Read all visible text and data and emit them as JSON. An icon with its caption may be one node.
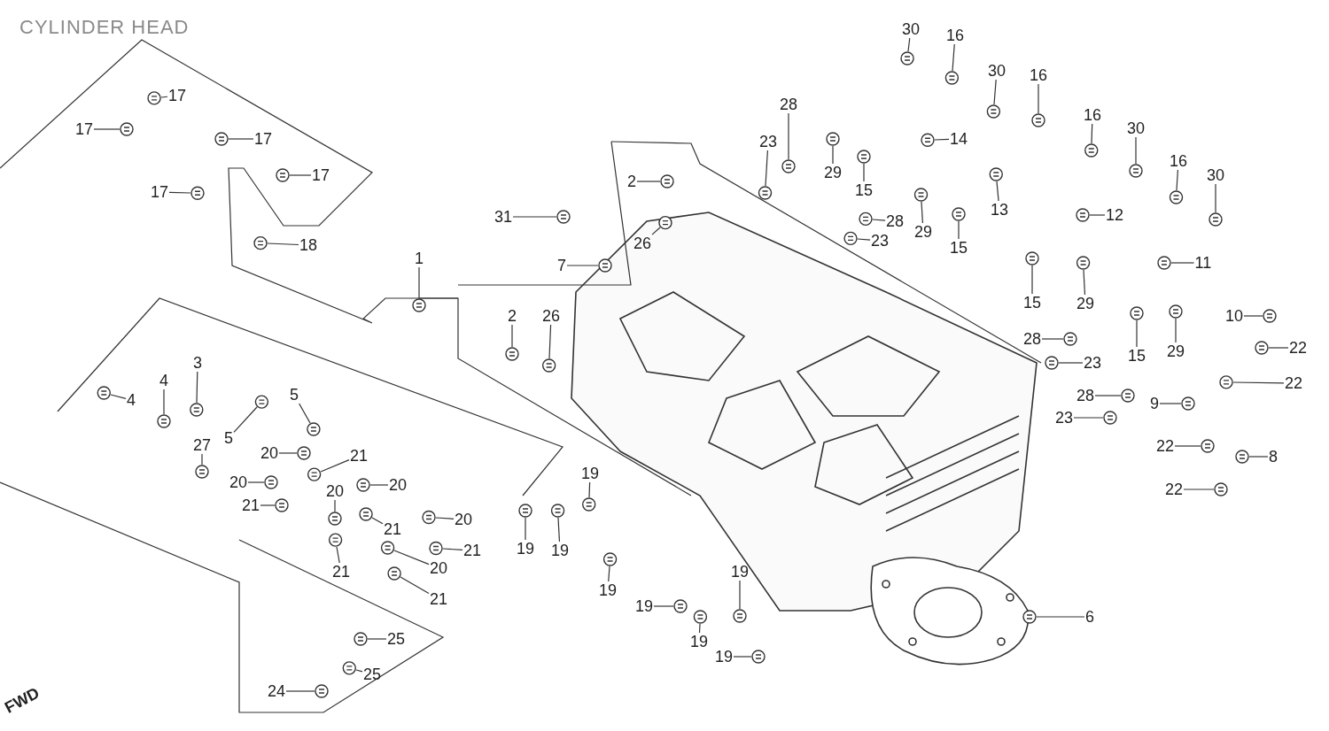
{
  "diagram": {
    "title": "CYLINDER HEAD",
    "nodes": [
      {
        "text": [
          "17"
        ]
      },
      {
        "text": [
          "17"
        ]
      },
      {
        "text": [
          "17"
        ]
      },
      {
        "text": [
          "17"
        ]
      },
      {
        "text": [
          "17"
        ]
      },
      {
        "text": [
          "18"
        ]
      },
      {
        "text": [
          "1"
        ]
      },
      {
        "text": [
          "31"
        ]
      },
      {
        "text": [
          "2"
        ]
      },
      {
        "text": [
          "26"
        ]
      },
      {
        "text": [
          "7"
        ]
      },
      {
        "text": [
          "2"
        ]
      },
      {
        "text": [
          "26"
        ]
      },
      {
        "text": [
          "3"
        ]
      },
      {
        "text": [
          "4"
        ]
      },
      {
        "text": [
          "4"
        ]
      },
      {
        "text": [
          "5"
        ]
      },
      {
        "text": [
          "5"
        ]
      },
      {
        "text": [
          "27"
        ]
      },
      {
        "text": [
          "20"
        ]
      },
      {
        "text": [
          "21"
        ]
      },
      {
        "text": [
          "20"
        ]
      },
      {
        "text": [
          "21"
        ]
      },
      {
        "text": [
          "20"
        ]
      },
      {
        "text": [
          "20"
        ]
      },
      {
        "text": [
          "21"
        ]
      },
      {
        "text": [
          "20"
        ]
      },
      {
        "text": [
          "21"
        ]
      },
      {
        "text": [
          "21"
        ]
      },
      {
        "text": [
          "20"
        ]
      },
      {
        "text": [
          "21"
        ]
      },
      {
        "text": [
          "25"
        ]
      },
      {
        "text": [
          "25"
        ]
      },
      {
        "text": [
          "24"
        ]
      },
      {
        "text": [
          "19"
        ]
      },
      {
        "text": [
          "19"
        ]
      },
      {
        "text": [
          "19"
        ]
      },
      {
        "text": [
          "19"
        ]
      },
      {
        "text": [
          "19"
        ]
      },
      {
        "text": [
          "19"
        ]
      },
      {
        "text": [
          "19"
        ]
      },
      {
        "text": [
          "19"
        ]
      },
      {
        "text": [
          "6"
        ]
      },
      {
        "text": [
          "30"
        ]
      },
      {
        "text": [
          "16"
        ]
      },
      {
        "text": [
          "30"
        ]
      },
      {
        "text": [
          "16"
        ]
      },
      {
        "text": [
          "28"
        ]
      },
      {
        "text": [
          "23"
        ]
      },
      {
        "text": [
          "29"
        ]
      },
      {
        "text": [
          "15"
        ]
      },
      {
        "text": [
          "14"
        ]
      },
      {
        "text": [
          "16"
        ]
      },
      {
        "text": [
          "30"
        ]
      },
      {
        "text": [
          "13"
        ]
      },
      {
        "text": [
          "16"
        ]
      },
      {
        "text": [
          "30"
        ]
      },
      {
        "text": [
          "29"
        ]
      },
      {
        "text": [
          "28"
        ]
      },
      {
        "text": [
          "23"
        ]
      },
      {
        "text": [
          "15"
        ]
      },
      {
        "text": [
          "12"
        ]
      },
      {
        "text": [
          "11"
        ]
      },
      {
        "text": [
          "15"
        ]
      },
      {
        "text": [
          "29"
        ]
      },
      {
        "text": [
          "15"
        ]
      },
      {
        "text": [
          "29"
        ]
      },
      {
        "text": [
          "10"
        ]
      },
      {
        "text": [
          "22"
        ]
      },
      {
        "text": [
          "22"
        ]
      },
      {
        "text": [
          "28"
        ]
      },
      {
        "text": [
          "23"
        ]
      },
      {
        "text": [
          "28"
        ]
      },
      {
        "text": [
          "23"
        ]
      },
      {
        "text": [
          "9"
        ]
      },
      {
        "text": [
          "22"
        ]
      },
      {
        "text": [
          "8"
        ]
      },
      {
        "text": [
          "22"
        ]
      },
      {
        "text": [],
        "shape": "picture"
      },
      {
        "text": [],
        "shape": "picture"
      },
      {
        "text": [],
        "shape": "picture"
      },
      {
        "text": [],
        "shape": "picture"
      },
      {
        "text": [],
        "shape": "picture"
      },
      {
        "text": [],
        "shape": "picture"
      },
      {
        "text": [],
        "shape": "picture"
      },
      {
        "text": [],
        "shape": "picture"
      },
      {
        "text": [],
        "shape": "picture"
      },
      {
        "text": [],
        "shape": "picture"
      },
      {
        "text": [],
        "shape": "picture"
      },
      {
        "text": [],
        "shape": "picture"
      },
      {
        "text": [],
        "shape": "picture"
      },
      {
        "text": [],
        "shape": "picture"
      },
      {
        "text": [],
        "shape": "picture"
      },
      {
        "text": [],
        "shape": "picture"
      },
      {
        "text": [],
        "shape": "picture"
      },
      {
        "text": [],
        "shape": "picture"
      },
      {
        "text": [],
        "shape": "picture"
      },
      {
        "text": [],
        "shape": "picture"
      },
      {
        "text": [],
        "shape": "picture"
      },
      {
        "text": [],
        "shape": "picture"
      },
      {
        "text": [],
        "shape": "picture"
      },
      {
        "text": [],
        "shape": "picture"
      },
      {
        "text": [],
        "shape": "picture"
      },
      {
        "text": [],
        "shape": "picture"
      },
      {
        "text": [],
        "shape": "picture"
      },
      {
        "text": [],
        "shape": "picture"
      },
      {
        "text": [],
        "shape": "picture"
      },
      {
        "text": [],
        "shape": "picture"
      },
      {
        "text": [],
        "shape": "picture"
      },
      {
        "text": [],
        "shape": "picture"
      },
      {
        "text": [],
        "shape": "picture"
      },
      {
        "text": [],
        "shape": "picture"
      },
      {
        "text": [],
        "shape": "picture"
      },
      {
        "text": [],
        "shape": "picture"
      },
      {
        "text": [],
        "shape": "picture"
      },
      {
        "text": [],
        "shape": "picture"
      },
      {
        "text": [],
        "shape": "picture"
      },
      {
        "text": [],
        "shape": "picture"
      },
      {
        "text": [],
        "shape": "picture"
      },
      {
        "text": [],
        "shape": "picture"
      },
      {
        "text": [],
        "shape": "picture"
      },
      {
        "text": [],
        "shape": "picture"
      },
      {
        "text": [],
        "shape": "picture"
      },
      {
        "text": [],
        "shape": "picture"
      },
      {
        "text": [],
        "shape": "picture"
      },
      {
        "text": [],
        "shape": "picture"
      },
      {
        "text": [],
        "shape": "picture"
      },
      {
        "text": [],
        "shape": "picture"
      },
      {
        "text": [],
        "shape": "picture"
      },
      {
        "text": [],
        "shape": "picture"
      },
      {
        "text": [],
        "shape": "picture"
      },
      {
        "text": [],
        "shape": "picture"
      },
      {
        "text": [],
        "shape": "picture"
      },
      {
        "text": [],
        "shape": "picture"
      },
      {
        "text": [],
        "shape": "picture"
      },
      {
        "text": [],
        "shape": "picture"
      },
      {
        "text": [],
        "shape": "picture"
      },
      {
        "text": [],
        "shape": "picture"
      },
      {
        "text": [],
        "shape": "picture"
      },
      {
        "text": [],
        "shape": "picture"
      },
      {
        "text": [],
        "shape": "picture"
      },
      {
        "text": [],
        "shape": "picture"
      },
      {
        "text": [],
        "shape": "picture"
      },
      {
        "text": [],
        "shape": "picture"
      },
      {
        "text": [],
        "shape": "picture"
      },
      {
        "text": [],
        "shape": "picture"
      },
      {
        "text": [],
        "shape": "picture"
      },
      {
        "text": [],
        "shape": "picture"
      },
      {
        "text": [],
        "shape": "picture"
      },
      {
        "text": [],
        "shape": "picture"
      },
      {
        "text": [],
        "shape": "picture"
      },
      {
        "text": [],
        "shape": "picture"
      },
      {
        "text": [],
        "shape": "picture"
      },
      {
        "text": [],
        "shape": "picture"
      },
      {
        "text": [],
        "shape": "picture"
      },
      {
        "text": [],
        "shape": "picture"
      }
    ],
    "edges": [
      {
        "from": 0,
        "to": 78,
        "arrow": "none"
      },
      {
        "from": 1,
        "to": 79,
        "arrow": "none"
      },
      {
        "from": 2,
        "to": 80,
        "arrow": "none"
      },
      {
        "from": 3,
        "to": 81,
        "arrow": "none"
      },
      {
        "from": 4,
        "to": 82,
        "arrow": "none"
      },
      {
        "from": 5,
        "to": 83,
        "arrow": "none"
      },
      {
        "from": 6,
        "to": 84,
        "arrow": "none"
      },
      {
        "from": 7,
        "to": 85,
        "arrow": "none"
      },
      {
        "from": 8,
        "to": 86,
        "arrow": "none"
      },
      {
        "from": 9,
        "to": 87,
        "arrow": "none"
      },
      {
        "from": 10,
        "to": 88,
        "arrow": "none"
      },
      {
        "from": 11,
        "to": 89,
        "arrow": "none"
      },
      {
        "from": 12,
        "to": 90,
        "arrow": "none"
      },
      {
        "from": 13,
        "to": 91,
        "arrow": "none"
      },
      {
        "from": 14,
        "to": 92,
        "arrow": "none"
      },
      {
        "from": 15,
        "to": 93,
        "arrow": "none"
      },
      {
        "from": 16,
        "to": 94,
        "arrow": "none"
      },
      {
        "from": 17,
        "to": 95,
        "arrow": "none"
      },
      {
        "from": 18,
        "to": 96,
        "arrow": "none"
      },
      {
        "from": 19,
        "to": 97,
        "arrow": "none"
      },
      {
        "from": 20,
        "to": 98,
        "arrow": "none"
      },
      {
        "from": 21,
        "to": 99,
        "arrow": "none"
      },
      {
        "from": 22,
        "to": 100,
        "arrow": "none"
      },
      {
        "from": 23,
        "to": 101,
        "arrow": "none"
      },
      {
        "from": 24,
        "to": 102,
        "arrow": "none"
      },
      {
        "from": 25,
        "to": 103,
        "arrow": "none"
      },
      {
        "from": 26,
        "to": 104,
        "arrow": "none"
      },
      {
        "from": 27,
        "to": 105,
        "arrow": "none"
      },
      {
        "from": 28,
        "to": 106,
        "arrow": "none"
      },
      {
        "from": 29,
        "to": 107,
        "arrow": "none"
      },
      {
        "from": 30,
        "to": 108,
        "arrow": "none"
      },
      {
        "from": 31,
        "to": 109,
        "arrow": "none"
      },
      {
        "from": 32,
        "to": 110,
        "arrow": "none"
      },
      {
        "from": 33,
        "to": 111,
        "arrow": "none"
      },
      {
        "from": 34,
        "to": 112,
        "arrow": "none"
      },
      {
        "from": 35,
        "to": 113,
        "arrow": "none"
      },
      {
        "from": 36,
        "to": 114,
        "arrow": "none"
      },
      {
        "from": 37,
        "to": 115,
        "arrow": "none"
      },
      {
        "from": 38,
        "to": 116,
        "arrow": "none"
      },
      {
        "from": 39,
        "to": 117,
        "arrow": "none"
      },
      {
        "from": 40,
        "to": 118,
        "arrow": "none"
      },
      {
        "from": 41,
        "to": 119,
        "arrow": "none"
      },
      {
        "from": 42,
        "to": 120,
        "arrow": "none"
      },
      {
        "from": 43,
        "to": 121,
        "arrow": "none"
      },
      {
        "from": 44,
        "to": 122,
        "arrow": "none"
      },
      {
        "from": 45,
        "to": 123,
        "arrow": "none"
      },
      {
        "from": 46,
        "to": 124,
        "arrow": "none"
      },
      {
        "from": 47,
        "to": 125,
        "arrow": "none"
      },
      {
        "from": 48,
        "to": 126,
        "arrow": "none"
      },
      {
        "from": 49,
        "to": 127,
        "arrow": "none"
      },
      {
        "from": 50,
        "to": 128,
        "arrow": "none"
      },
      {
        "from": 51,
        "to": 129,
        "arrow": "none"
      },
      {
        "from": 52,
        "to": 130,
        "arrow": "none"
      },
      {
        "from": 53,
        "to": 131,
        "arrow": "none"
      },
      {
        "from": 54,
        "to": 132,
        "arrow": "none"
      },
      {
        "from": 55,
        "to": 133,
        "arrow": "none"
      },
      {
        "from": 56,
        "to": 134,
        "arrow": "none"
      },
      {
        "from": 57,
        "to": 135,
        "arrow": "none"
      },
      {
        "from": 58,
        "to": 136,
        "arrow": "none"
      },
      {
        "from": 59,
        "to": 137,
        "arrow": "none"
      },
      {
        "from": 60,
        "to": 138,
        "arrow": "none"
      },
      {
        "from": 61,
        "to": 139,
        "arrow": "none"
      },
      {
        "from": 62,
        "to": 140,
        "arrow": "none"
      },
      {
        "from": 63,
        "to": 141,
        "arrow": "none"
      },
      {
        "from": 64,
        "to": 142,
        "arrow": "none"
      },
      {
        "from": 65,
        "to": 143,
        "arrow": "none"
      },
      {
        "from": 66,
        "to": 144,
        "arrow": "none"
      },
      {
        "from": 67,
        "to": 145,
        "arrow": "none"
      },
      {
        "from": 68,
        "to": 146,
        "arrow": "none"
      },
      {
        "from": 69,
        "to": 147,
        "arrow": "none"
      },
      {
        "from": 70,
        "to": 148,
        "arrow": "none"
      },
      {
        "from": 71,
        "to": 149,
        "arrow": "none"
      },
      {
        "from": 72,
        "to": 150,
        "arrow": "none"
      },
      {
        "from": 73,
        "to": 151,
        "arrow": "none"
      },
      {
        "from": 74,
        "to": 152,
        "arrow": "none"
      },
      {
        "from": 75,
        "to": 153,
        "arrow": "none"
      },
      {
        "from": 76,
        "to": 154,
        "arrow": "none"
      },
      {
        "from": 77,
        "to": 155,
        "arrow": "none"
      }
    ],
    "labels": [
      "FWD"
    ]
  }
}
